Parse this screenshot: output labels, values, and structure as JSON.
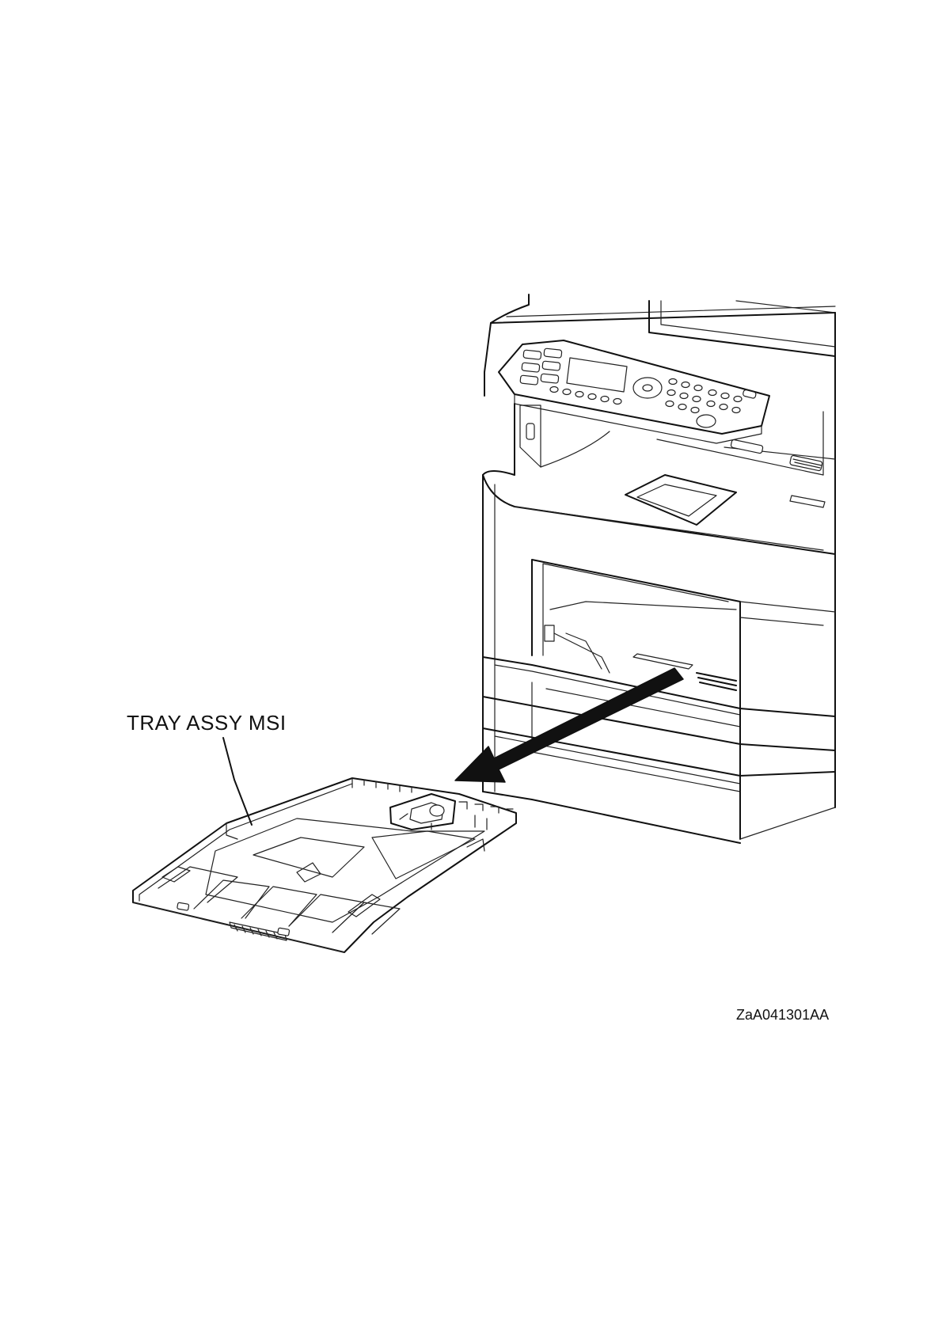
{
  "diagram": {
    "callout_label": "TRAY ASSY MSI",
    "figure_id": "ZaA041301AA"
  },
  "icons": {
    "printer": "printer-illustration",
    "tray": "tray-assembly-illustration",
    "arrow": "removal-direction-arrow"
  },
  "colors": {
    "line": "#111111",
    "background": "#ffffff"
  }
}
